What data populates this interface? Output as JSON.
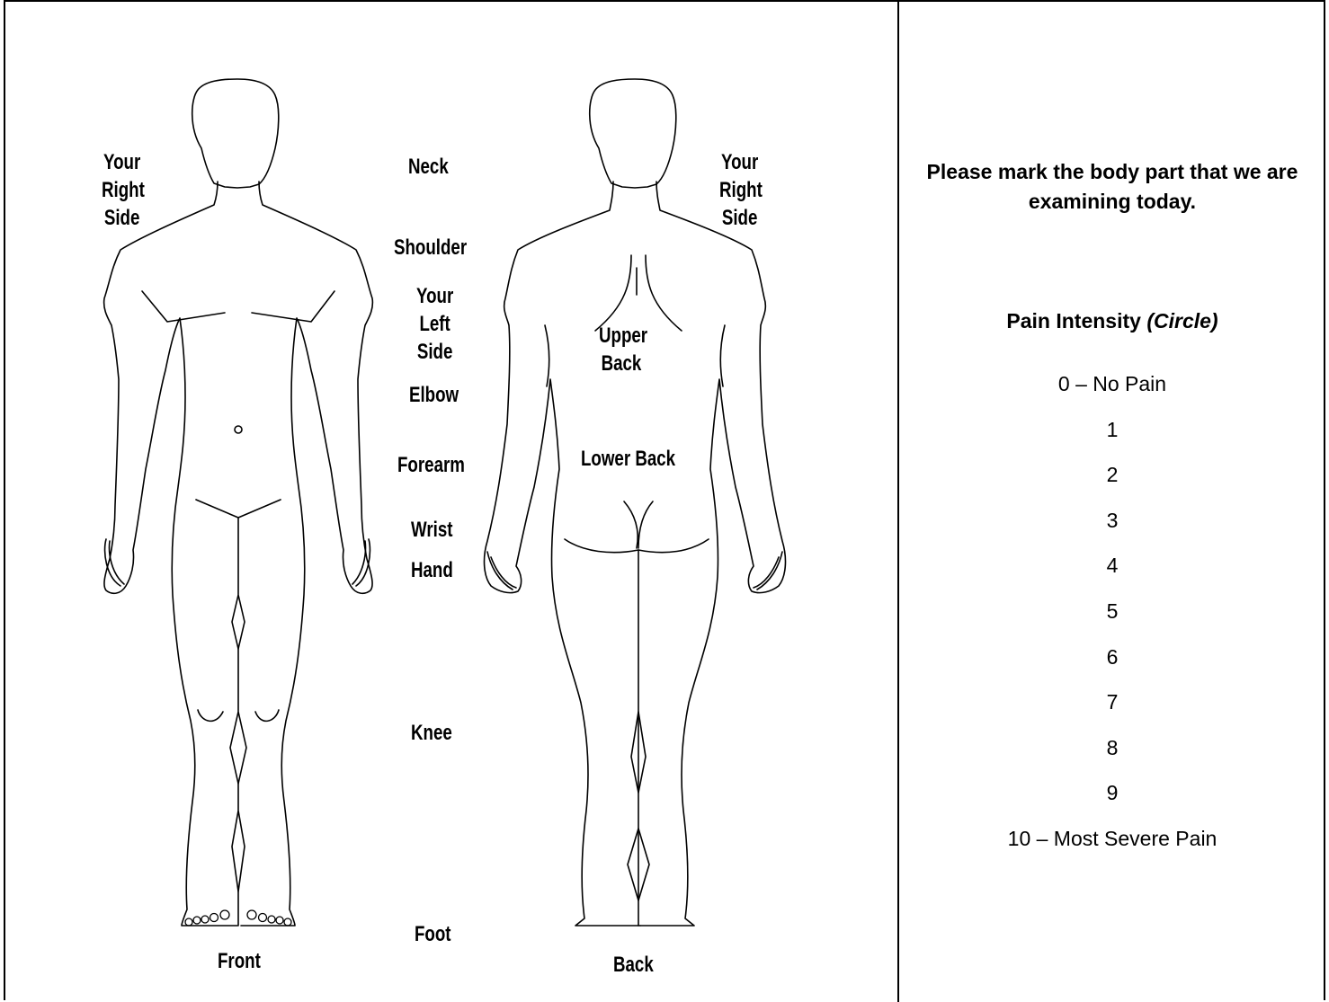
{
  "diagram": {
    "front_right_side_label": "Your\nRight\nSide",
    "back_right_side_label": "Your\nRight\nSide",
    "front_caption": "Front",
    "back_caption": "Back",
    "upper_back_label": "Upper\nBack",
    "lower_back_label": "Lower Back",
    "body_part_labels": {
      "neck": "Neck",
      "shoulder": "Shoulder",
      "your_left_side": "Your\nLeft\nSide",
      "elbow": "Elbow",
      "forearm": "Forearm",
      "wrist": "Wrist",
      "hand": "Hand",
      "knee": "Knee",
      "foot": "Foot"
    }
  },
  "instructions": {
    "text": "Please mark the body part that we are examining today."
  },
  "pain_scale": {
    "title": "Pain Intensity",
    "title_note": "(Circle)",
    "levels": [
      "0 – No Pain",
      "1",
      "2",
      "3",
      "4",
      "5",
      "6",
      "7",
      "8",
      "9",
      "10 – Most Severe Pain"
    ]
  }
}
